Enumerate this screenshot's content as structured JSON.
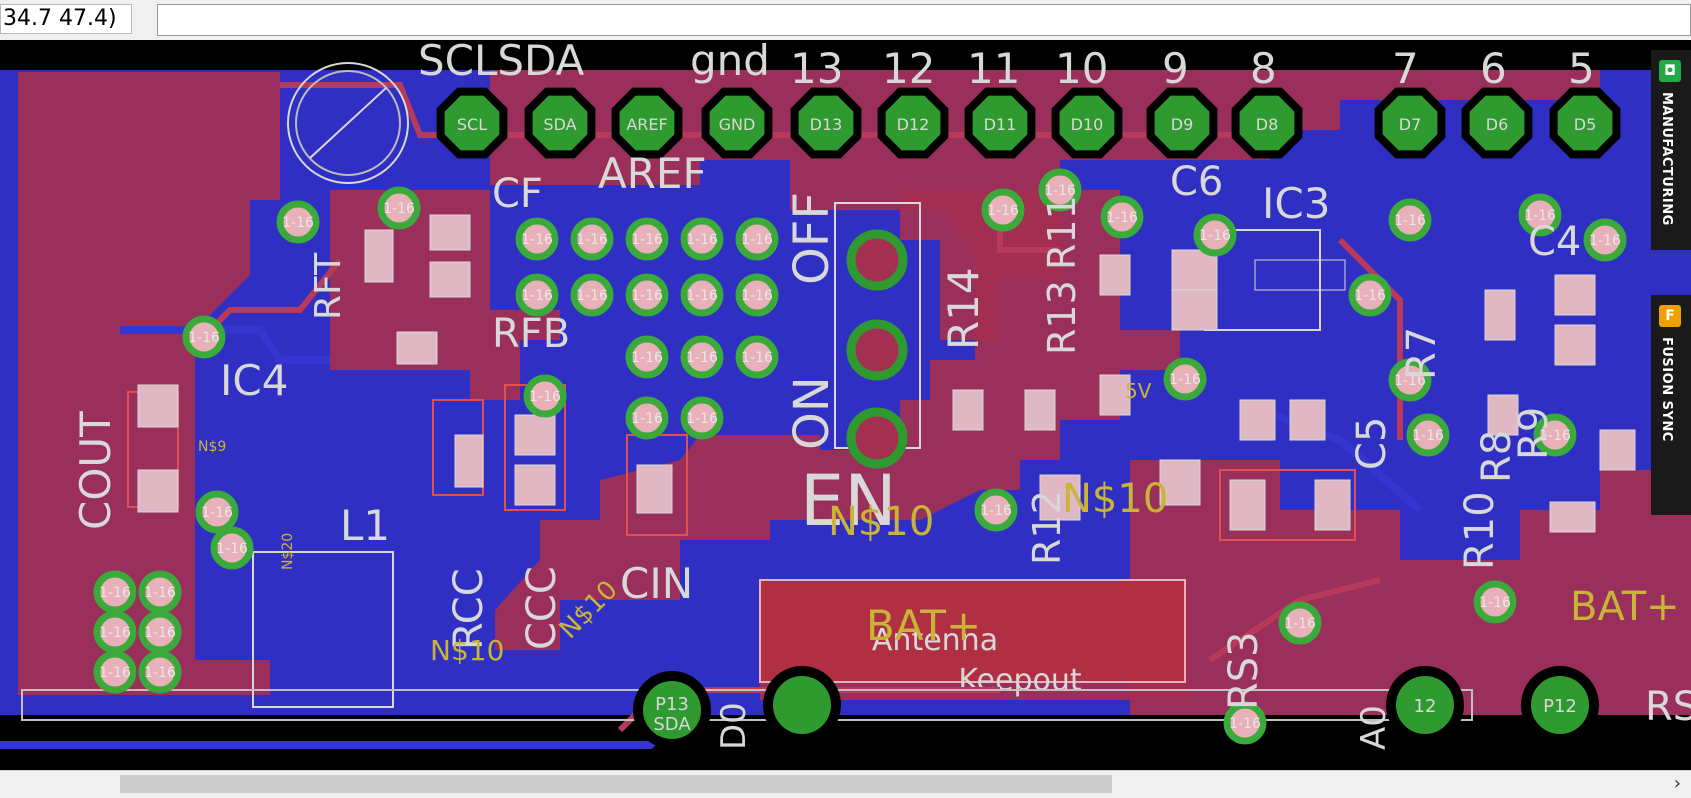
{
  "toolbar": {
    "coordinate_readout": "34.7 47.4)",
    "command_input_value": ""
  },
  "side_panel": [
    {
      "label": "MANUFACTURING",
      "icon": "manufacturing-icon",
      "color": "#22aa44",
      "glyph": "◘"
    },
    {
      "label": "FUSION SYNC",
      "icon": "fusion-icon",
      "color": "#f0a000",
      "glyph": "F"
    }
  ],
  "board": {
    "colors": {
      "top_copper": "#a33050",
      "bottom_copper": "#2f2fc4",
      "via": "#3aaa3a",
      "silk": "#d8d8d8",
      "net_label": "#c8b437",
      "background": "#000000"
    },
    "header_labels": [
      "SCLSDA",
      "gnd",
      "13",
      "12",
      "11",
      "10",
      "9",
      "8",
      "7",
      "6",
      "5"
    ],
    "header_pads": [
      "SCL",
      "SDA",
      "AREF",
      "GND",
      "D13",
      "D12",
      "D11",
      "D10",
      "D9",
      "D8",
      "D7",
      "D6",
      "D5"
    ],
    "components": [
      "AREF",
      "CF",
      "RFT",
      "RFB",
      "IC4",
      "COUT",
      "L1",
      "RCC",
      "CCC",
      "CIN",
      "EN",
      "ON",
      "OFF",
      "R14",
      "R13",
      "R11",
      "R12",
      "C6",
      "IC3",
      "R7",
      "C4",
      "C5",
      "R10",
      "RS3",
      "R9",
      "R8",
      "RS"
    ],
    "net_labels": [
      "N$10",
      "N$10",
      "N$10",
      "N$10",
      "BAT+",
      "BAT+",
      "5V",
      "N$9",
      "N$20"
    ],
    "antenna_keepout": [
      "Antenna",
      "Keepout"
    ],
    "via_label": "1-16",
    "bottom_pads": [
      "P13",
      "SDA",
      "D0",
      "A0",
      "12",
      "P12"
    ]
  }
}
